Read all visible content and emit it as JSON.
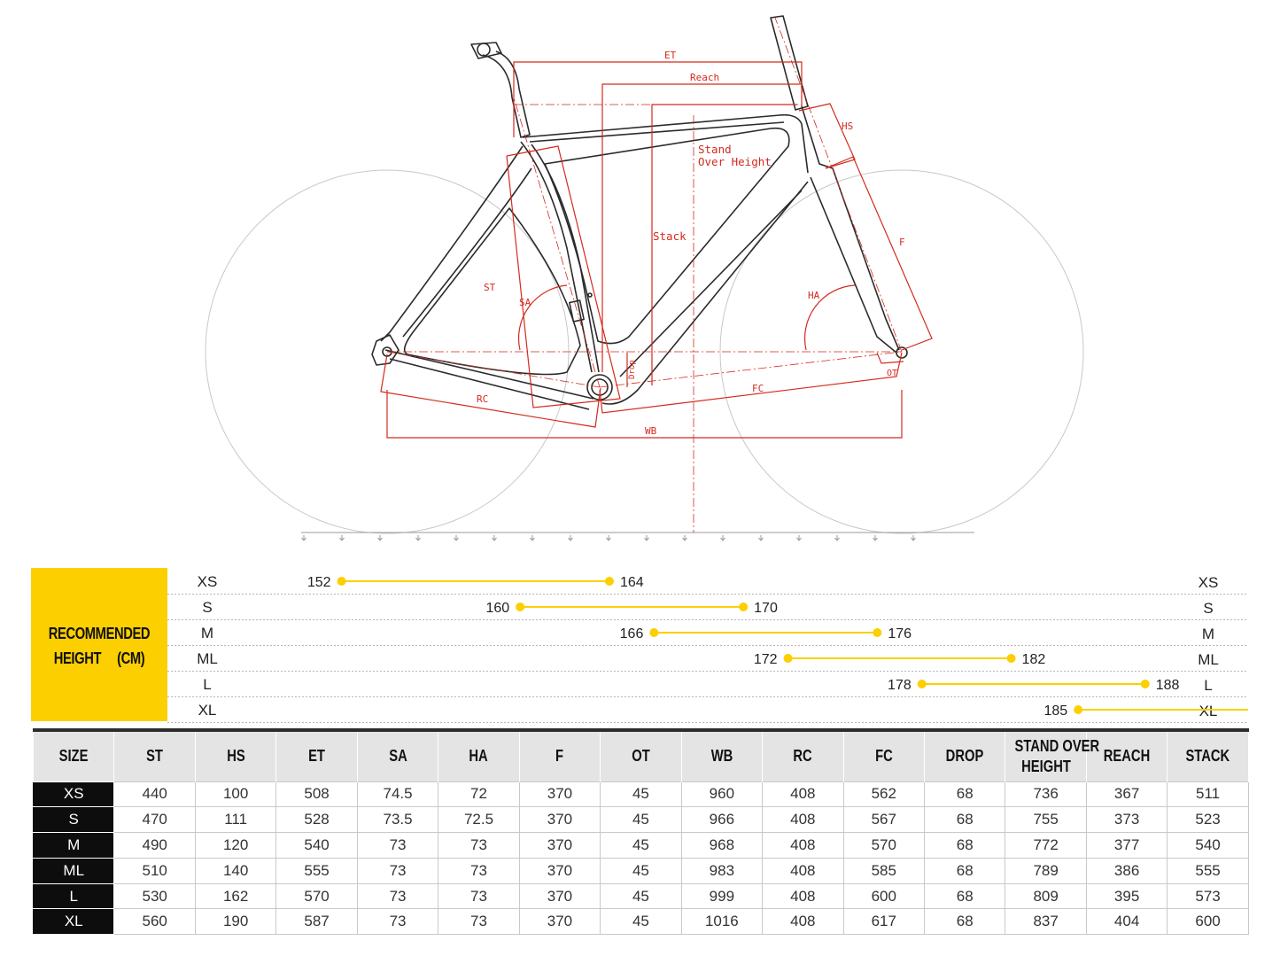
{
  "diagram": {
    "labels": {
      "et": "ET",
      "reach": "Reach",
      "hs": "HS",
      "stand_over_1": "Stand",
      "stand_over_2": "Over Height",
      "stack": "Stack",
      "f": "F",
      "st": "ST",
      "sa": "SA",
      "ha": "HA",
      "drop": "Drop",
      "ot": "OT",
      "fc": "FC",
      "rc": "RC",
      "wb": "WB"
    },
    "colors": {
      "dimension": "#d42a1f",
      "frame": "#2b2b2b",
      "wheel": "#c8c8c8"
    }
  },
  "recommended": {
    "title_line1": "RECOMMENDED",
    "title_line2": "HEIGHT　 (CM)",
    "accent": "#fccf00",
    "scale": {
      "min": 145,
      "max": 200
    },
    "rows": [
      {
        "size": "XS",
        "min": 152,
        "max": 164
      },
      {
        "size": "S",
        "min": 160,
        "max": 170
      },
      {
        "size": "M",
        "min": 166,
        "max": 176
      },
      {
        "size": "ML",
        "min": 172,
        "max": 182
      },
      {
        "size": "L",
        "min": 178,
        "max": 188
      },
      {
        "size": "XL",
        "min": 185,
        "max": 195
      }
    ]
  },
  "table": {
    "headers": [
      "SIZE",
      "ST",
      "HS",
      "ET",
      "SA",
      "HA",
      "F",
      "OT",
      "WB",
      "RC",
      "FC",
      "DROP",
      "STAND OVER\nHEIGHT",
      "REACH",
      "STACK"
    ],
    "rows": [
      [
        "XS",
        "440",
        "100",
        "508",
        "74.5",
        "72",
        "370",
        "45",
        "960",
        "408",
        "562",
        "68",
        "736",
        "367",
        "511"
      ],
      [
        "S",
        "470",
        "111",
        "528",
        "73.5",
        "72.5",
        "370",
        "45",
        "966",
        "408",
        "567",
        "68",
        "755",
        "373",
        "523"
      ],
      [
        "M",
        "490",
        "120",
        "540",
        "73",
        "73",
        "370",
        "45",
        "968",
        "408",
        "570",
        "68",
        "772",
        "377",
        "540"
      ],
      [
        "ML",
        "510",
        "140",
        "555",
        "73",
        "73",
        "370",
        "45",
        "983",
        "408",
        "585",
        "68",
        "789",
        "386",
        "555"
      ],
      [
        "L",
        "530",
        "162",
        "570",
        "73",
        "73",
        "370",
        "45",
        "999",
        "408",
        "600",
        "68",
        "809",
        "395",
        "573"
      ],
      [
        "XL",
        "560",
        "190",
        "587",
        "73",
        "73",
        "370",
        "45",
        "1016",
        "408",
        "617",
        "68",
        "837",
        "404",
        "600"
      ]
    ]
  }
}
